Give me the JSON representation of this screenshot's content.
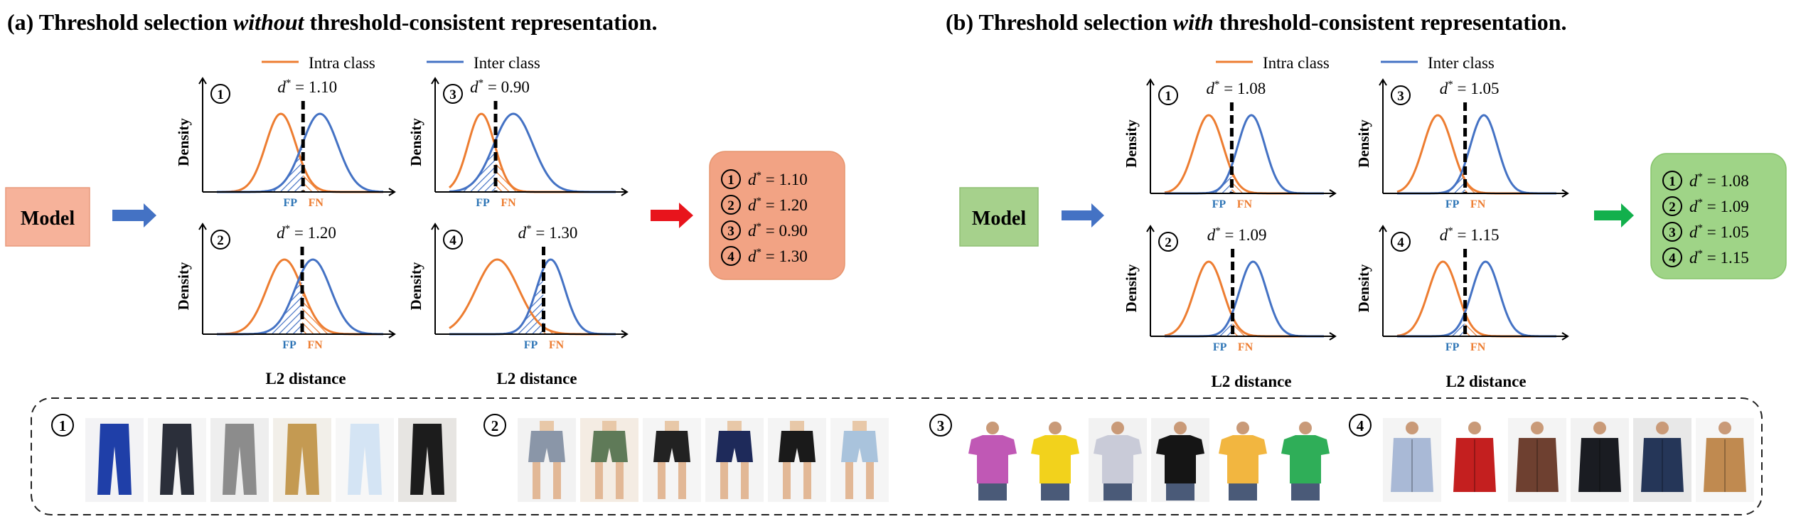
{
  "panels": [
    {
      "prefix": "(a) Threshold selection ",
      "emph": "without",
      "suffix": " threshold-consistent representation.",
      "model_label": "Model",
      "model_fill": "#f6b29a",
      "model_stroke": "#e89a7c",
      "arrow_in_color": "#4472c4",
      "arrow_out_color": "#e8141c",
      "summary_fill": "#f2a384",
      "summary_stroke": "#e6956f",
      "legend": [
        "Intra class",
        "Inter class"
      ],
      "xlabel": "L2 distance",
      "ylabel": "Density",
      "fp_label": "FP",
      "fn_label": "FN",
      "dstar_prefix": "d* = ",
      "plots": [
        {
          "num": "①",
          "dstar": "1.10"
        },
        {
          "num": "③",
          "dstar": "0.90"
        },
        {
          "num": "②",
          "dstar": "1.20"
        },
        {
          "num": "④",
          "dstar": "1.30"
        }
      ],
      "summary": [
        {
          "num": "①",
          "text": "d* = 1.10"
        },
        {
          "num": "②",
          "text": "d* = 1.20"
        },
        {
          "num": "③",
          "text": "d* = 0.90"
        },
        {
          "num": "④",
          "text": "d* = 1.30"
        }
      ]
    },
    {
      "prefix": "(b) Threshold selection ",
      "emph": "with",
      "suffix": " threshold-consistent representation.",
      "model_label": "Model",
      "model_fill": "#a6d18c",
      "model_stroke": "#8fbf74",
      "arrow_in_color": "#4472c4",
      "arrow_out_color": "#12b04c",
      "summary_fill": "#9fd487",
      "summary_stroke": "#86c46b",
      "legend": [
        "Intra class",
        "Inter class"
      ],
      "xlabel": "L2 distance",
      "ylabel": "Density",
      "fp_label": "FP",
      "fn_label": "FN",
      "dstar_prefix": "d* = ",
      "plots": [
        {
          "num": "①",
          "dstar": "1.08"
        },
        {
          "num": "③",
          "dstar": "1.05"
        },
        {
          "num": "②",
          "dstar": "1.09"
        },
        {
          "num": "④",
          "dstar": "1.15"
        }
      ],
      "summary": [
        {
          "num": "①",
          "text": "d* = 1.08"
        },
        {
          "num": "②",
          "text": "d* = 1.09"
        },
        {
          "num": "③",
          "text": "d* = 1.05"
        },
        {
          "num": "④",
          "text": "d* = 1.15"
        }
      ]
    }
  ],
  "colors": {
    "intra": "#ed7d31",
    "inter": "#4472c4",
    "threshold": "#000000",
    "fp_text": "#2e75b6",
    "fn_text": "#ed7d31"
  },
  "gallery": {
    "groups": [
      {
        "num": "①",
        "category": "trousers",
        "items": [
          {
            "kind": "pants",
            "color": "#1f3fa8",
            "bg": "#f3f3f5"
          },
          {
            "kind": "pants",
            "color": "#2b2f3a",
            "bg": "#f5f5f5"
          },
          {
            "kind": "pants",
            "color": "#8c8c8c",
            "bg": "#eeeeee"
          },
          {
            "kind": "pants",
            "color": "#c49a52",
            "bg": "#f2efe9"
          },
          {
            "kind": "pants",
            "color": "#d4e4f4",
            "bg": "#f7f7f7"
          },
          {
            "kind": "pants",
            "color": "#1c1c1c",
            "bg": "#e7e5e2"
          }
        ]
      },
      {
        "num": "②",
        "category": "shorts",
        "items": [
          {
            "kind": "shorts",
            "color": "#8a96a8",
            "bg": "#f2f2f2"
          },
          {
            "kind": "shorts",
            "color": "#5f7a58",
            "bg": "#f4ece3"
          },
          {
            "kind": "shorts",
            "color": "#222222",
            "bg": "#f5f5f5"
          },
          {
            "kind": "shorts",
            "color": "#1e2a5a",
            "bg": "#f4f4f4"
          },
          {
            "kind": "shorts",
            "color": "#1a1a1a",
            "bg": "#f4f4f4"
          },
          {
            "kind": "shorts",
            "color": "#a9c3dc",
            "bg": "#f5f5f5"
          }
        ]
      },
      {
        "num": "③",
        "category": "t-shirts",
        "items": [
          {
            "kind": "tee",
            "color": "#c058b5",
            "bg": "#ffffff"
          },
          {
            "kind": "tee",
            "color": "#f2d21c",
            "bg": "#ffffff"
          },
          {
            "kind": "tee",
            "color": "#c9cbd8",
            "bg": "#f2f2f2"
          },
          {
            "kind": "tee",
            "color": "#151515",
            "bg": "#f2f2f2"
          },
          {
            "kind": "tee",
            "color": "#f2b640",
            "bg": "#ffffff"
          },
          {
            "kind": "tee",
            "color": "#2fae58",
            "bg": "#ffffff"
          }
        ]
      },
      {
        "num": "④",
        "category": "coats",
        "items": [
          {
            "kind": "coat",
            "color": "#a9b9d6",
            "bg": "#f4f4f4"
          },
          {
            "kind": "coat",
            "color": "#c41f1f",
            "bg": "#ffffff"
          },
          {
            "kind": "coat",
            "color": "#6e4030",
            "bg": "#f4f4f4"
          },
          {
            "kind": "coat",
            "color": "#1a1c22",
            "bg": "#f2f2f2"
          },
          {
            "kind": "coat",
            "color": "#253658",
            "bg": "#e8e8e8"
          },
          {
            "kind": "coat",
            "color": "#c08a50",
            "bg": "#f6f6f6"
          }
        ]
      }
    ]
  }
}
